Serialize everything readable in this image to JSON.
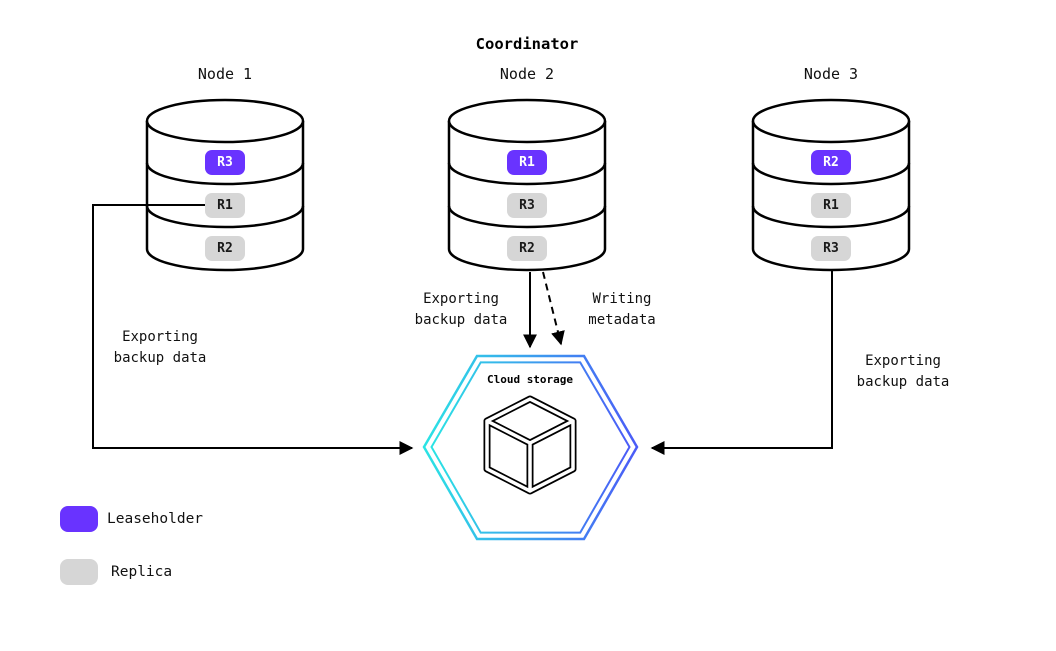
{
  "title": "Coordinator",
  "nodes": [
    {
      "label": "Node 1",
      "replicas": [
        {
          "label": "R3",
          "type": "leaseholder"
        },
        {
          "label": "R1",
          "type": "replica"
        },
        {
          "label": "R2",
          "type": "replica"
        }
      ]
    },
    {
      "label": "Node 2",
      "replicas": [
        {
          "label": "R1",
          "type": "leaseholder"
        },
        {
          "label": "R3",
          "type": "replica"
        },
        {
          "label": "R2",
          "type": "replica"
        }
      ]
    },
    {
      "label": "Node 3",
      "replicas": [
        {
          "label": "R2",
          "type": "leaseholder"
        },
        {
          "label": "R1",
          "type": "replica"
        },
        {
          "label": "R3",
          "type": "replica"
        }
      ]
    }
  ],
  "cloud_storage": {
    "label": "Cloud storage",
    "icon": "cube-icon"
  },
  "edge_labels": {
    "node1_export": "Exporting\nbackup data",
    "node2_export": "Exporting\nbackup data",
    "node2_metadata": "Writing\nmetadata",
    "node3_export": "Exporting\nbackup data"
  },
  "legend": [
    {
      "label": "Leaseholder",
      "color": "#6933FF"
    },
    {
      "label": "Replica",
      "color": "#D6D6D6"
    }
  ],
  "colors": {
    "leaseholder": "#6933FF",
    "replica": "#D6D6D6",
    "hexagon_gradient_start": "#2BE4E4",
    "hexagon_gradient_end": "#4B5BF7",
    "stroke": "#000000"
  }
}
